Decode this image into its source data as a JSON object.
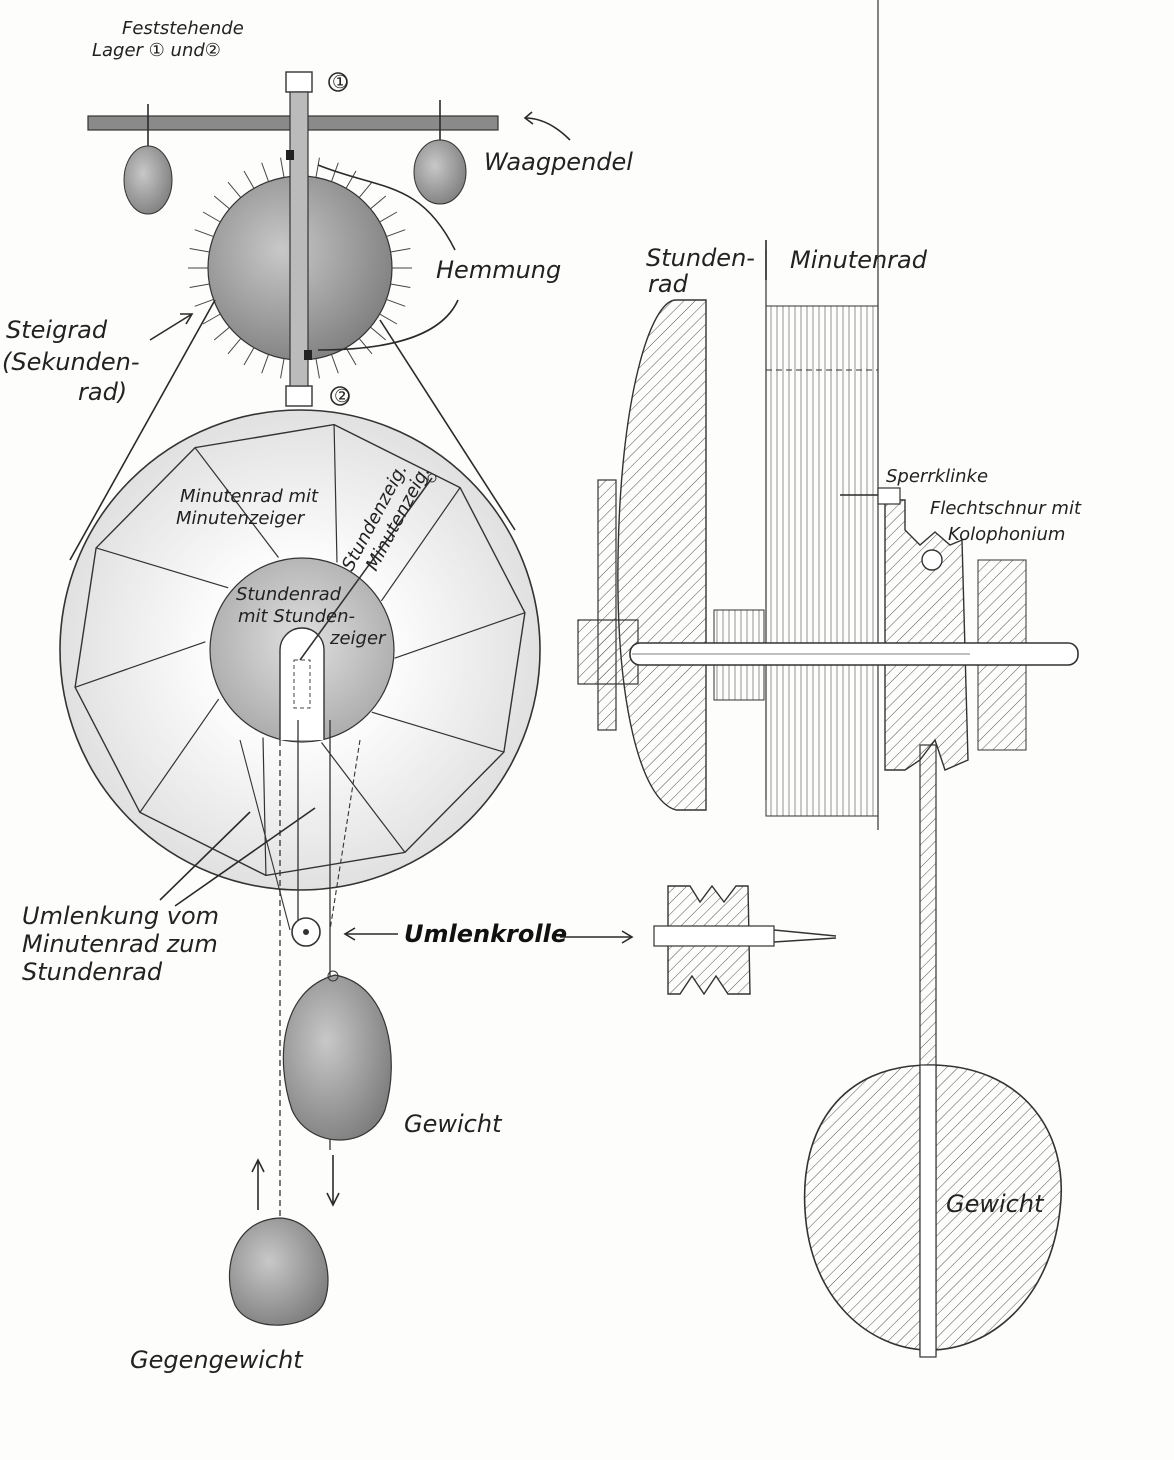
{
  "labels": {
    "bearings_line1": "Feststehende",
    "bearings_line2": "Lager ① und②",
    "bearing1": "①",
    "bearing2": "②",
    "waagpendel": "Waagpendel",
    "hemmung": "Hemmung",
    "steigrad_line1": "Steigrad",
    "steigrad_line2": "(Sekunden-",
    "steigrad_line3": "rad)",
    "minutenrad_zeiger_line1": "Minutenrad mit",
    "minutenrad_zeiger_line2": "Minutenzeiger",
    "stundenzeig": "Stundenzeig.",
    "minutenzeig": "Minutenzeig.",
    "stundenrad_zeiger_line1": "Stundenrad",
    "stundenrad_zeiger_line2": "mit Stunden-",
    "stundenrad_zeiger_line3": "zeiger",
    "umlenkung_line1": "Umlenkung vom",
    "umlenkung_line2": "Minutenrad zum",
    "umlenkung_line3": "Stundenrad",
    "umlenkrolle": "Umlenkrolle",
    "gewicht_left": "Gewicht",
    "gegengewicht": "Gegengewicht",
    "stundenrad_line1": "Stunden-",
    "stundenrad_line2": "rad",
    "minutenrad": "Minutenrad",
    "sperrklinke": "Sperrklinke",
    "flechtschnur_line1": "Flechtschnur mit",
    "flechtschnur_line2": "Kolophonium",
    "gewicht_right": "Gewicht"
  },
  "colors": {
    "ink": "#2a2a2a",
    "hatch": "#555555",
    "shade": "#9a9a9a"
  }
}
